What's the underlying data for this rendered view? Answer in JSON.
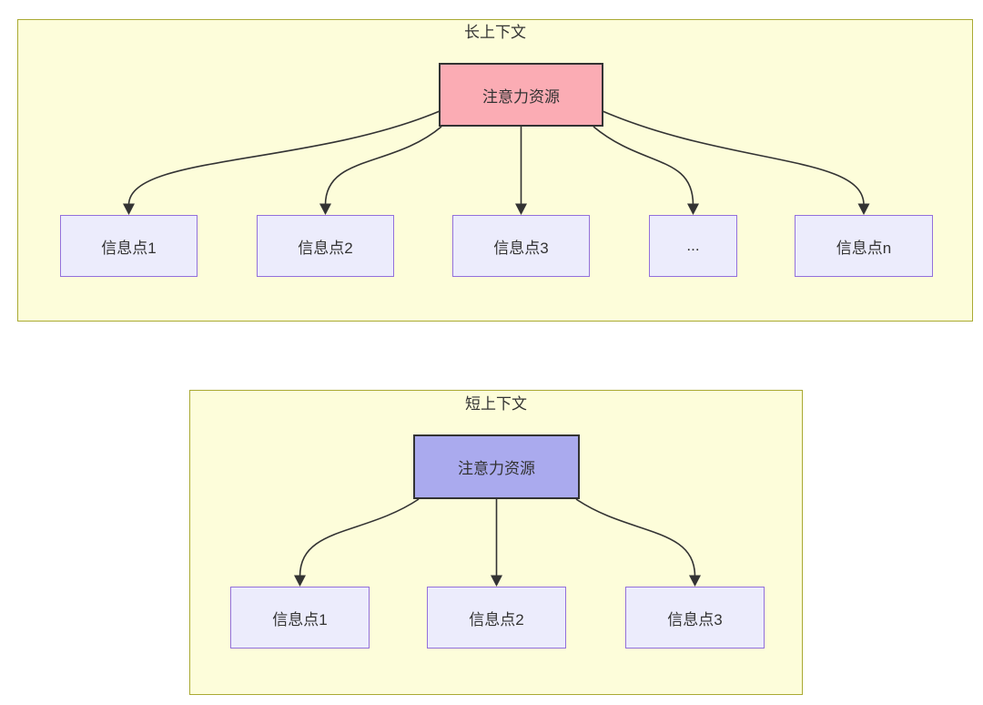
{
  "diagram": {
    "panels": [
      {
        "id": "long-context",
        "title": "长上下文",
        "root": {
          "label": "注意力资源"
        },
        "children": [
          {
            "label": "信息点1"
          },
          {
            "label": "信息点2"
          },
          {
            "label": "信息点3"
          },
          {
            "label": "..."
          },
          {
            "label": "信息点n"
          }
        ]
      },
      {
        "id": "short-context",
        "title": "短上下文",
        "root": {
          "label": "注意力资源"
        },
        "children": [
          {
            "label": "信息点1"
          },
          {
            "label": "信息点2"
          },
          {
            "label": "信息点3"
          }
        ]
      }
    ],
    "colors": {
      "panel_fill": "#fdfdda",
      "panel_border": "#aaaa33",
      "root_long_fill": "#fbacb4",
      "root_short_fill": "#aaaaee",
      "root_border": "#333333",
      "child_fill": "#ececfc",
      "child_border": "#9370db",
      "edge": "#333333",
      "text": "#333333"
    }
  }
}
